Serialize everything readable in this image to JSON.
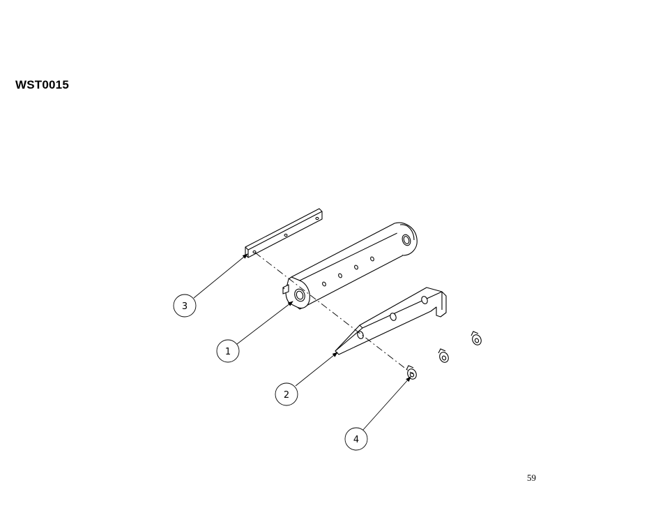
{
  "document": {
    "title": "WST0015",
    "page_number": "59"
  },
  "callouts": [
    {
      "id": "3",
      "label": "3"
    },
    {
      "id": "1",
      "label": "1"
    },
    {
      "id": "2",
      "label": "2"
    },
    {
      "id": "4",
      "label": "4"
    }
  ],
  "colors": {
    "ink": "#000000",
    "paper": "#ffffff"
  }
}
